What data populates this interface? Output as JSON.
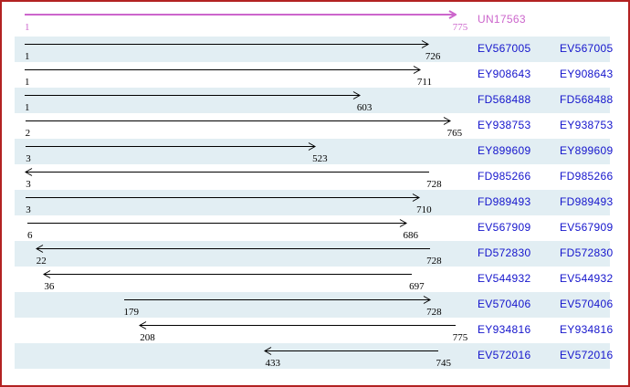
{
  "panel": {
    "border_color": "#B22222",
    "band_color": "#E2EEF3",
    "link_color": "#1414CC",
    "consensus_color": "#CC66CC",
    "arrow_color": "#000000"
  },
  "scale": {
    "min": 1,
    "max": 775
  },
  "consensus": {
    "label": "UN17563",
    "start": 1,
    "end": 775,
    "direction": "right"
  },
  "rows": [
    {
      "label": "EV567005",
      "start": 1,
      "end": 726,
      "direction": "right",
      "shaded": true
    },
    {
      "label": "EY908643",
      "start": 1,
      "end": 711,
      "direction": "right",
      "shaded": false
    },
    {
      "label": "FD568488",
      "start": 1,
      "end": 603,
      "direction": "right",
      "shaded": true
    },
    {
      "label": "EY938753",
      "start": 2,
      "end": 765,
      "direction": "right",
      "shaded": false
    },
    {
      "label": "EY899609",
      "start": 3,
      "end": 523,
      "direction": "right",
      "shaded": true
    },
    {
      "label": "FD985266",
      "start": 3,
      "end": 728,
      "direction": "left",
      "shaded": false
    },
    {
      "label": "FD989493",
      "start": 3,
      "end": 710,
      "direction": "right",
      "shaded": true
    },
    {
      "label": "EV567909",
      "start": 6,
      "end": 686,
      "direction": "right",
      "shaded": false
    },
    {
      "label": "FD572830",
      "start": 22,
      "end": 728,
      "direction": "left",
      "shaded": true
    },
    {
      "label": "EV544932",
      "start": 36,
      "end": 697,
      "direction": "left",
      "shaded": false
    },
    {
      "label": "EV570406",
      "start": 179,
      "end": 728,
      "direction": "right",
      "shaded": true
    },
    {
      "label": "EY934816",
      "start": 208,
      "end": 775,
      "direction": "left",
      "shaded": false
    },
    {
      "label": "EV572016",
      "start": 433,
      "end": 745,
      "direction": "left",
      "shaded": true
    }
  ]
}
